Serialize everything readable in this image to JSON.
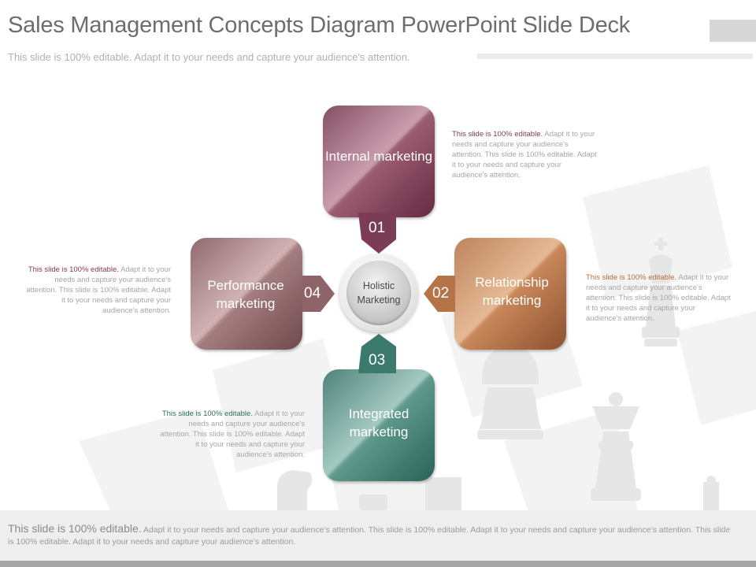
{
  "slide": {
    "title": "Sales Management Concepts Diagram PowerPoint Slide Deck",
    "subtitle": "This slide is 100% editable. Adapt it to your needs and capture your audience's attention."
  },
  "hub": {
    "label": "Holistic Marketing"
  },
  "items": [
    {
      "number": "01",
      "label": "Internal marketing",
      "color": "#8b4a63",
      "desc_lead": "This slide is 100% editable.",
      "desc_body": "Adapt it to your needs and capture your audience's attention. This slide is 100% editable. Adapt it to your needs and capture your audience's attention."
    },
    {
      "number": "02",
      "label": "Relationship marketing",
      "color": "#c8875a",
      "desc_lead": "This slide is 100% editable.",
      "desc_body": "Adapt it to your needs and capture your audience's attention. This slide is 100% editable. Adapt it to your needs and capture your audience's attention."
    },
    {
      "number": "03",
      "label": "Integrated marketing",
      "color": "#5f998c",
      "desc_lead": "This slide is 100% editable.",
      "desc_body": "Adapt it to your needs and capture your audience's attention. This slide is 100% editable. Adapt it to your needs and capture your audience's attention."
    },
    {
      "number": "04",
      "label": "Performance marketing",
      "color": "#a37d80",
      "desc_lead": "This slide is 100% editable.",
      "desc_body": "Adapt it to your needs and capture your audience's attention. This slide is 100% editable. Adapt it to your needs and capture your audience's attention."
    }
  ],
  "footer": {
    "lead": "This slide is 100% editable.",
    "body": "Adapt it to your needs and capture your audience’s attention. This slide is 100% editable. Adapt it to your needs and capture your audience’s attention. This slide is 100% editable. Adapt it to your needs and capture your audience’s attention."
  },
  "background": {
    "icons": [
      "chess-king-icon",
      "chess-pawn-icon",
      "chess-queen-icon",
      "chess-knight-icon",
      "chess-rook-icon"
    ]
  }
}
